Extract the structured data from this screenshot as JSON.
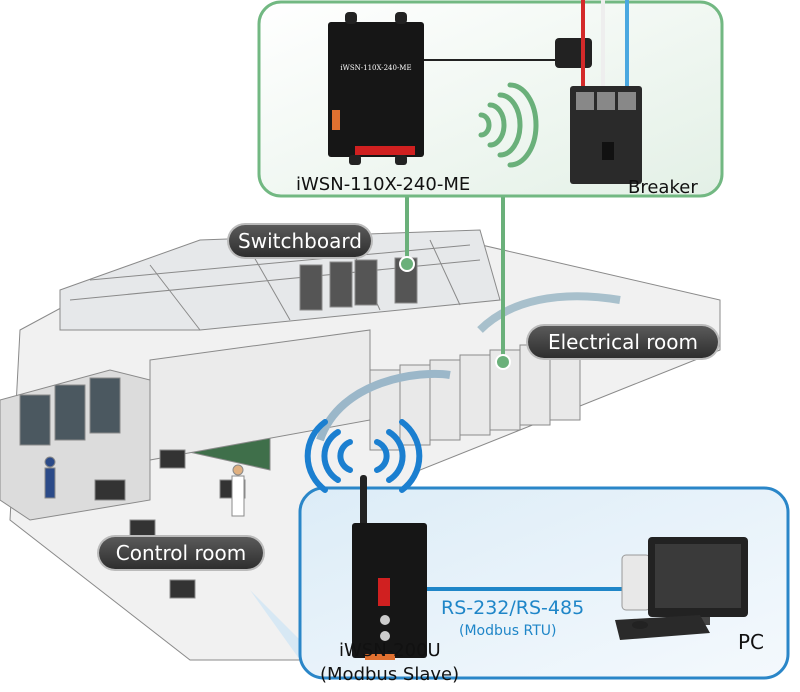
{
  "sensor_panel": {
    "device_label": "iWSN-110X-240-ME",
    "breaker_label": "Breaker",
    "device_print": "iWSN-110X-240-ME"
  },
  "building": {
    "switchboard_label": "Switchboard",
    "electrical_room_label": "Electrical room",
    "control_room_label": "Control room"
  },
  "gateway_panel": {
    "device_label": "iWSN-200U",
    "device_sublabel": "(Modbus Slave)",
    "link_label": "RS-232/RS-485",
    "link_sublabel": "(Modbus RTU)",
    "pc_label": "PC"
  },
  "colors": {
    "green_frame": "#72b882",
    "blue_frame": "#2a86c8",
    "wave_blue": "#1b7fd0",
    "wave_green": "#6ab07a"
  }
}
